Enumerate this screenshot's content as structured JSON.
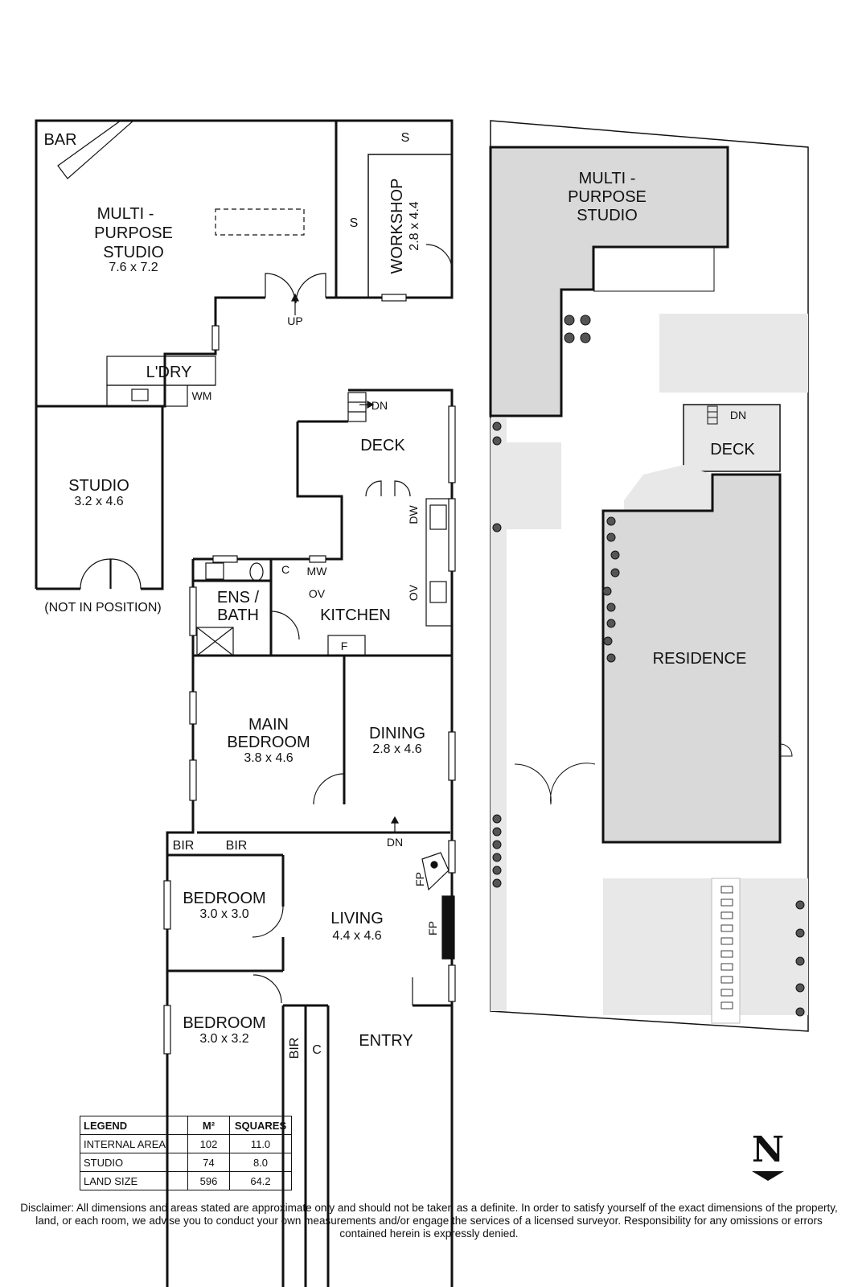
{
  "rooms": {
    "multi_purpose_studio": {
      "line1": "MULTI -",
      "line2": "PURPOSE",
      "line3": "STUDIO",
      "dims": "7.6 x 7.2"
    },
    "bar": "BAR",
    "workshop": {
      "label": "WORKSHOP",
      "dims": "2.8 x 4.4"
    },
    "shelf": "S",
    "up": "UP",
    "laundry": "L'DRY",
    "wm": "WM",
    "studio": {
      "label": "STUDIO",
      "dims": "3.2 x 4.6"
    },
    "not_in_position": "(NOT IN POSITION)",
    "deck": "DECK",
    "dn": "DN",
    "dw": "DW",
    "ov": "OV",
    "mw": "MW",
    "c": "C",
    "ens_bath": {
      "line1": "ENS /",
      "line2": "BATH"
    },
    "kitchen": "KITCHEN",
    "fridge": "F",
    "main_bedroom": {
      "line1": "MAIN",
      "line2": "BEDROOM",
      "dims": "3.8 x 4.6"
    },
    "dining": {
      "label": "DINING",
      "dims": "2.8 x 4.6"
    },
    "bir": "BIR",
    "bedroom1": {
      "label": "BEDROOM",
      "dims": "3.0 x 3.0"
    },
    "living": {
      "label": "LIVING",
      "dims": "4.4 x 4.6"
    },
    "fp": "FP",
    "bedroom2": {
      "label": "BEDROOM",
      "dims": "3.0 x 3.2"
    },
    "entry": "ENTRY"
  },
  "site": {
    "studio": {
      "line1": "MULTI -",
      "line2": "PURPOSE",
      "line3": "STUDIO"
    },
    "deck": "DECK",
    "dn": "DN",
    "residence": "RESIDENCE"
  },
  "legend": {
    "headers": [
      "LEGEND",
      "M²",
      "SQUARES"
    ],
    "rows": [
      {
        "label": "INTERNAL AREA",
        "m2": "102",
        "squares": "11.0"
      },
      {
        "label": "STUDIO",
        "m2": "74",
        "squares": "8.0"
      },
      {
        "label": "LAND SIZE",
        "m2": "596",
        "squares": "64.2"
      }
    ]
  },
  "compass": "N",
  "disclaimer": "Disclaimer: All dimensions and areas stated are approximate only and should not be taken as a definite. In order to satisfy yourself of the exact dimensions of the property, land, or each room, we advise you to conduct your own measurements and/or engage the services of a licensed surveyor. Responsibility for any omissions or errors contained herein is expressly denied."
}
